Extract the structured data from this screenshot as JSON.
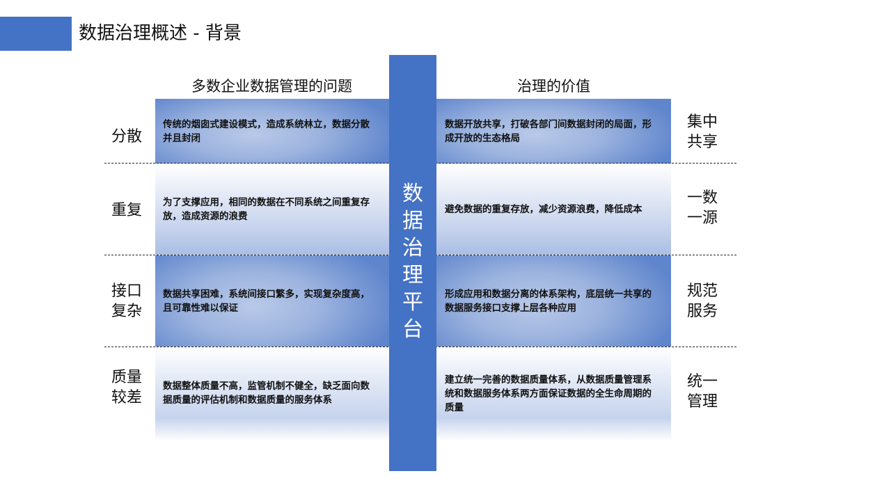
{
  "page": {
    "title": "数据治理概述 - 背景"
  },
  "columns": {
    "left_header": "多数企业数据管理的问题",
    "right_header": "治理的价值"
  },
  "center": {
    "label": "数\n据\n治\n理\n平\n台"
  },
  "colors": {
    "accent": "#4472c4"
  },
  "rows": [
    {
      "problem_label": "分散",
      "problem_text": "传统的烟囱式建设模式，造成系统林立，数据分散并且封闭",
      "value_text": "数据开放共享，打破各部门间数据封闭的局面，形成开放的生态格局",
      "value_label": "集中\n共享"
    },
    {
      "problem_label": "重复",
      "problem_text": "为了支撑应用，相同的数据在不同系统之间重复存放，造成资源的浪费",
      "value_text": "避免数据的重复存放，减少资源浪费，降低成本",
      "value_label": "一数\n一源"
    },
    {
      "problem_label": "接口\n复杂",
      "problem_text": "数据共享困难，系统间接口繁多，实现复杂度高，且可靠性难以保证",
      "value_text": "形成应用和数据分离的体系架构，底层统一共享的数据服务接口支撑上层各种应用",
      "value_label": "规范\n服务"
    },
    {
      "problem_label": "质量\n较差",
      "problem_text": "数据整体质量不高，监管机制不健全，缺乏面向数据质量的评估机制和数据质量的服务体系",
      "value_text": "建立统一完善的数据质量体系，从数据质量管理系统和数据服务体系两方面保证数据的全生命周期的质量",
      "value_label": "统一\n管理"
    }
  ]
}
